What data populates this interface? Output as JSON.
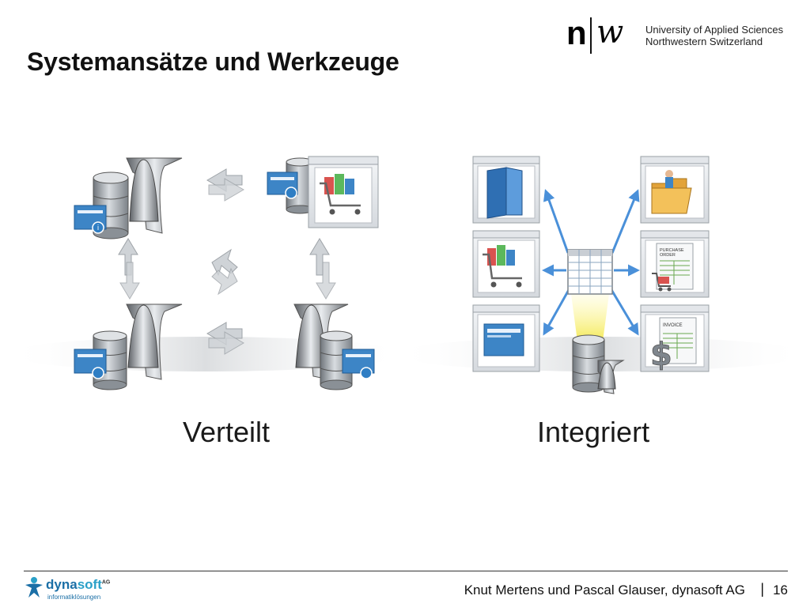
{
  "slide": {
    "title": "Systemansätze und Werkzeuge",
    "left_caption": "Verteilt",
    "right_caption": "Integriert"
  },
  "logo": {
    "letter_n": "n",
    "letter_w": "w",
    "line1": "University of Applied Sciences",
    "line2": "Northwestern Switzerland"
  },
  "icons": {
    "purchase_order_label": "PURCHASE ORDER",
    "invoice_label": "INVOICE"
  },
  "footer": {
    "brand_prefix": "dyna",
    "brand_suffix": "soft",
    "brand_ag": "AG",
    "brand_tagline": "informatiklösungen",
    "authors": "Knut Mertens und Pascal Glauser, dynasoft AG",
    "separator": "|",
    "page_number": "16"
  },
  "colors": {
    "arrow_blue": "#4a90d9",
    "db_gray": "#9aa0a6",
    "window_frame": "#c9cdd2",
    "highlight_yellow": "#f6ef74",
    "brand_blue": "#1b6fa6"
  }
}
